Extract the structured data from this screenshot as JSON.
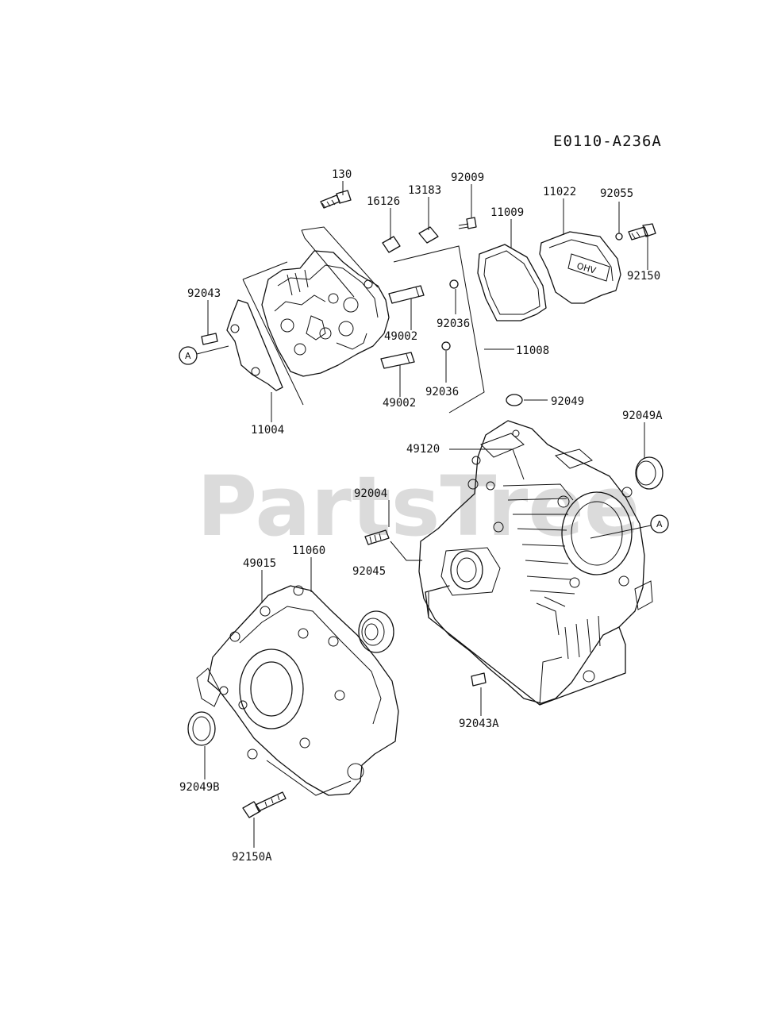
{
  "diagram_code": "E0110-A236A",
  "watermark": "PartsTree",
  "ref_marker": "A",
  "cover_text": "OHV",
  "labels": {
    "p130": "130",
    "p16126": "16126",
    "p13183": "13183",
    "p92009": "92009",
    "p11022": "11022",
    "p92055": "92055",
    "p11009": "11009",
    "p92150": "92150",
    "p92043": "92043",
    "p92036a": "92036",
    "p49002a": "49002",
    "p11008": "11008",
    "p92036b": "92036",
    "p49002b": "49002",
    "p11004": "11004",
    "p92049": "92049",
    "p92049A": "92049A",
    "p49120": "49120",
    "p92004": "92004",
    "p92045": "92045",
    "p49015": "49015",
    "p11060": "11060",
    "p92043A": "92043A",
    "p92049B": "92049B",
    "p92150A": "92150A"
  }
}
